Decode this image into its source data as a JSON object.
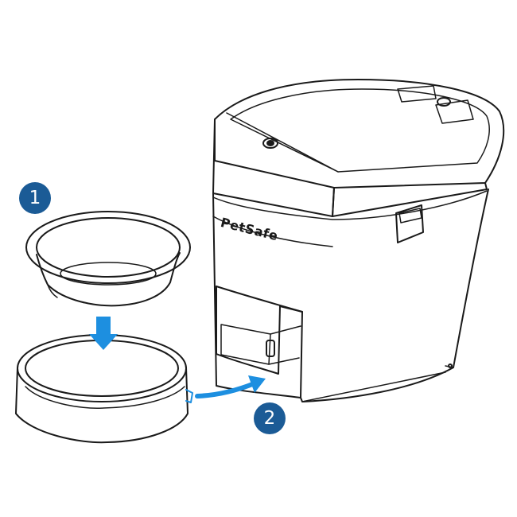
{
  "steps": [
    {
      "number": "1"
    },
    {
      "number": "2"
    }
  ],
  "brand": "PetSafe",
  "colors": {
    "badge": "#1b5b96",
    "arrow": "#1d8fe0",
    "line": "#1a1a1a"
  },
  "icons": [
    "down-arrow",
    "curved-arrow"
  ]
}
